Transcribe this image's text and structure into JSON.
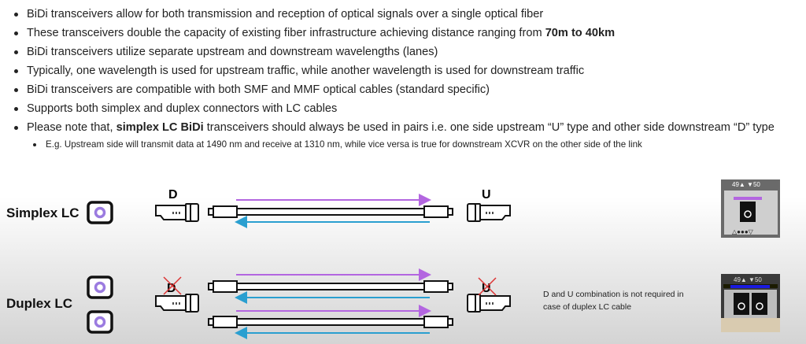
{
  "bullets": [
    {
      "text": "BiDi transceivers allow for both transmission and reception of optical signals over a single optical fiber"
    },
    {
      "pre": "These transceivers double the capacity of existing fiber infrastructure achieving distance ranging from ",
      "bold": "70m to 40km"
    },
    {
      "text": "BiDi transceivers utilize separate upstream and downstream wavelengths (lanes)"
    },
    {
      "text": "Typically, one wavelength is used for upstream traffic, while another wavelength is used for downstream traffic"
    },
    {
      "text": "BiDi transceivers are compatible with both SMF and MMF optical cables (standard specific)"
    },
    {
      "text": "Supports both simplex and duplex connectors with LC cables"
    },
    {
      "pre": "Please note that, ",
      "bold": "simplex LC BiDi",
      "post": " transceivers should always be used in pairs i.e. one side upstream “U” type and other side downstream “D” type"
    }
  ],
  "sub_bullet": "E.g. Upstream side will transmit data at 1490 nm and receive at 1310 nm, while vice versa is true for downstream XCVR on the other side of the link",
  "diagram": {
    "simplex_label": "Simplex LC",
    "duplex_label": "Duplex LC",
    "d_label": "D",
    "u_label": "U",
    "note": "D and U combination is not required in case of duplex LC cable",
    "port_top_labels": "49▲  ▼50",
    "port_bottom_symbols": "△●●●▽"
  },
  "colors": {
    "upstream": "#b366e0",
    "downstream": "#2a9fd0",
    "duplex_bar": "#1a1adf",
    "cross": "#d33"
  }
}
